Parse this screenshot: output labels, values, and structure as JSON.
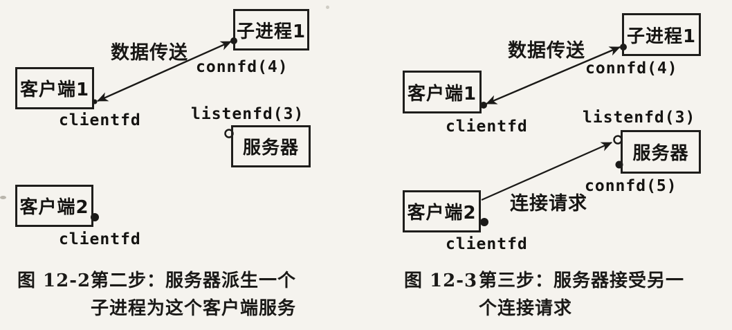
{
  "colors": {
    "paper": "#f5f3ee",
    "ink": "#1b1b1b"
  },
  "figures": [
    {
      "boxes": {
        "child1": "子进程1",
        "client1": "客户端1",
        "server": "服务器",
        "client2": "客户端2"
      },
      "labels": {
        "data_transfer": "数据传送",
        "connfd4": "connfd(4)",
        "clientfd_client1": "clientfd",
        "listenfd3": "listenfd(3)",
        "clientfd_client2": "clientfd"
      },
      "caption": {
        "number": "图 12-2",
        "line1": "第二步：服务器派生一个",
        "line2": "子进程为这个客户端服务"
      }
    },
    {
      "boxes": {
        "child1": "子进程1",
        "client1": "客户端1",
        "server": "服务器",
        "client2": "客户端2"
      },
      "labels": {
        "data_transfer": "数据传送",
        "connfd4": "connfd(4)",
        "clientfd_client1": "clientfd",
        "listenfd3": "listenfd(3)",
        "connfd5": "connfd(5)",
        "connect_request": "连接请求",
        "clientfd_client2": "clientfd"
      },
      "caption": {
        "number": "图 12-3",
        "line1": "第三步：服务器接受另一",
        "line2": "个连接请求"
      }
    }
  ]
}
